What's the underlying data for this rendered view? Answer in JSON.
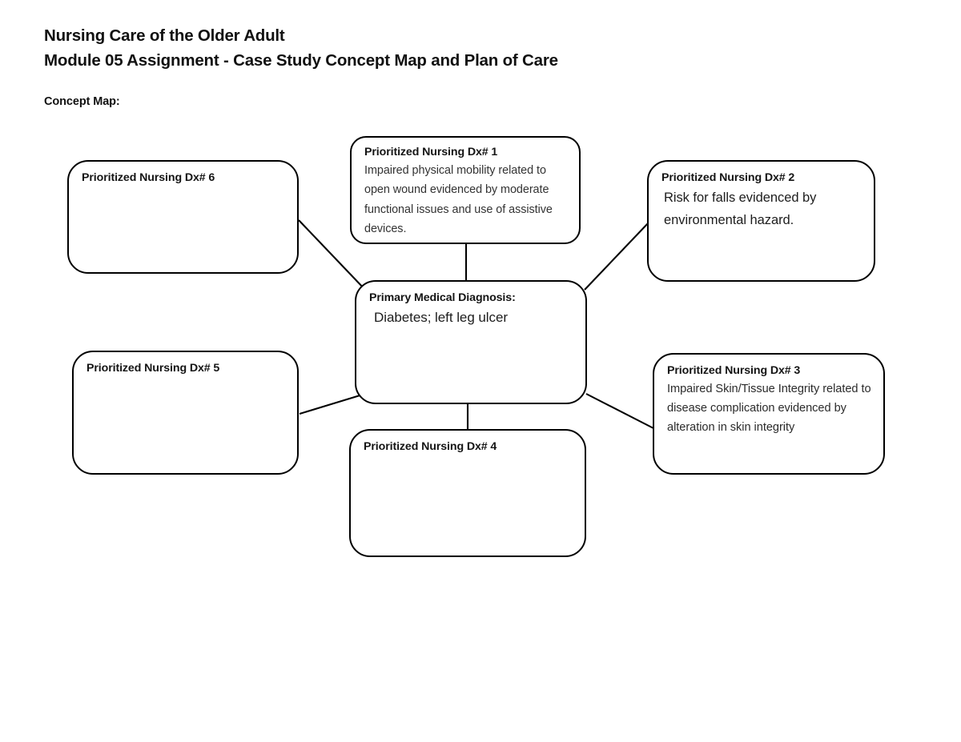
{
  "document": {
    "course_title": "Nursing Care of the Older Adult",
    "assignment_title": "Module 05 Assignment - Case Study Concept Map and Plan of Care",
    "section_label": "Concept Map:"
  },
  "concept_map": {
    "center": {
      "title": "Primary Medical Diagnosis:",
      "body": "Diabetes; left leg ulcer"
    },
    "nodes": [
      {
        "id": "dx1",
        "title": "Prioritized Nursing Dx# 1",
        "body": "Impaired physical mobility related to open wound evidenced by moderate functional issues and use of assistive devices."
      },
      {
        "id": "dx2",
        "title": "Prioritized Nursing Dx# 2",
        "body": "Risk for falls evidenced by environmental hazard."
      },
      {
        "id": "dx3",
        "title": "Prioritized Nursing Dx# 3",
        "body": "Impaired Skin/Tissue Integrity related to disease complication evidenced by alteration in skin integrity"
      },
      {
        "id": "dx4",
        "title": "Prioritized Nursing Dx# 4",
        "body": ""
      },
      {
        "id": "dx5",
        "title": "Prioritized Nursing Dx# 5",
        "body": ""
      },
      {
        "id": "dx6",
        "title": "Prioritized Nursing Dx# 6",
        "body": ""
      }
    ]
  },
  "colors": {
    "page_background": "#ffffff",
    "box_border": "#000000",
    "connector_line": "#000000",
    "heading_text": "#111111",
    "body_text": "#2b2b2b"
  }
}
